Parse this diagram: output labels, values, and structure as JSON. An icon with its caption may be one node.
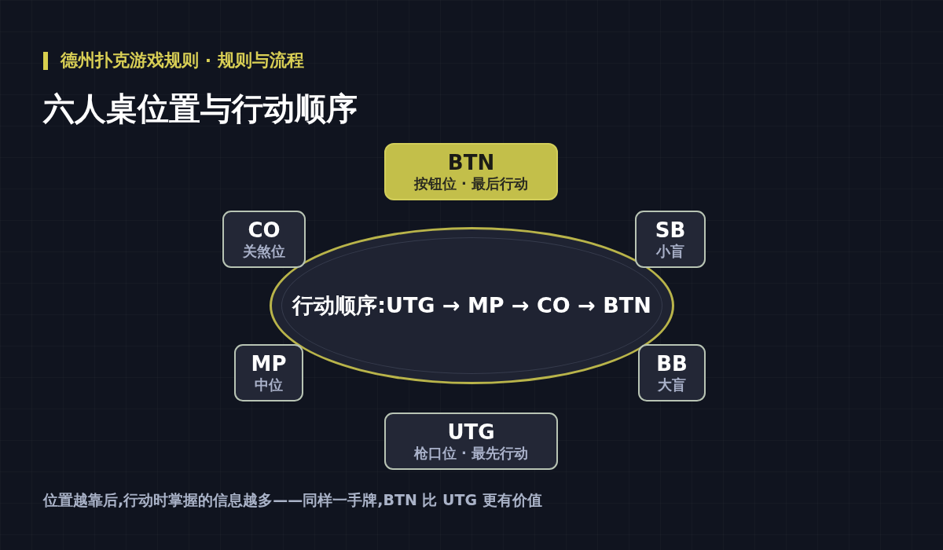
{
  "diagram": {
    "title": "六人桌位置与行动顺序",
    "caption": "位置越靠后,行动时掌握的信息越多——同样一手牌,BTN 比 UTG 更有价值",
    "nodes": [
      {
        "text": [
          "BTN",
          "按钮位 · 最后行动"
        ]
      },
      {
        "text": [
          "CO",
          "关煞位"
        ]
      },
      {
        "text": [
          "SB",
          "小盲"
        ]
      },
      {
        "text": [
          "行动顺序:UTG → MP → CO → BTN"
        ]
      },
      {
        "text": [
          "MP",
          "中位"
        ]
      },
      {
        "text": [
          "BB",
          "大盲"
        ]
      },
      {
        "text": [
          "UTG",
          "枪口位 · 最先行动"
        ]
      }
    ],
    "labels": [
      "德州扑克游戏规则 · 规则与流程"
    ]
  }
}
